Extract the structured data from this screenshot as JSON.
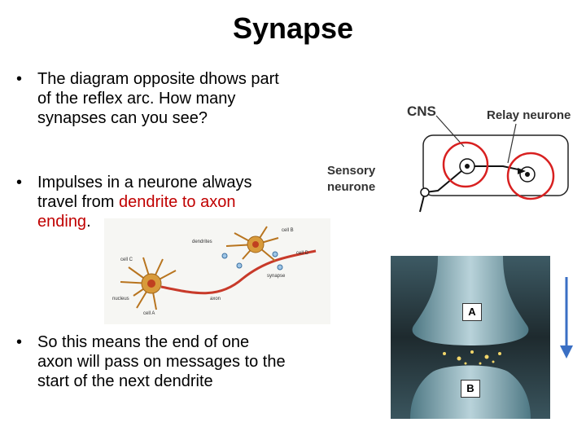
{
  "title": "Synapse",
  "bullets": [
    {
      "dot": "•",
      "text": "The diagram opposite dhows part\nof the reflex arc.  How many\nsynapses can you see?"
    },
    {
      "dot": "•",
      "text_before": "Impulses in a neurone always\ntravel from ",
      "highlight": "dendrite to axon\nending",
      "text_after": "."
    },
    {
      "dot": "•",
      "text": "So this  means the end of one\naxon will pass on messages to the\nstart of the next dendrite"
    }
  ],
  "reflex_arc": {
    "cns_label": "CNS",
    "relay_label": "Relay  neurone",
    "sensory_label": "Sensory\nneurone"
  },
  "neurone_labels": {
    "dendrites": "dendrites",
    "cell_a": "cell A",
    "cell_b": "cell B",
    "cell_c": "cell C",
    "cell_d": "cell D",
    "nucleus": "nucleus",
    "axon": "axon",
    "synapse": "synapse"
  },
  "synapse_labels": {
    "top": "A",
    "bottom": "B"
  },
  "colors": {
    "highlight": "#c00000",
    "circle": "#d82020",
    "arrow": "#3a6fc4"
  }
}
